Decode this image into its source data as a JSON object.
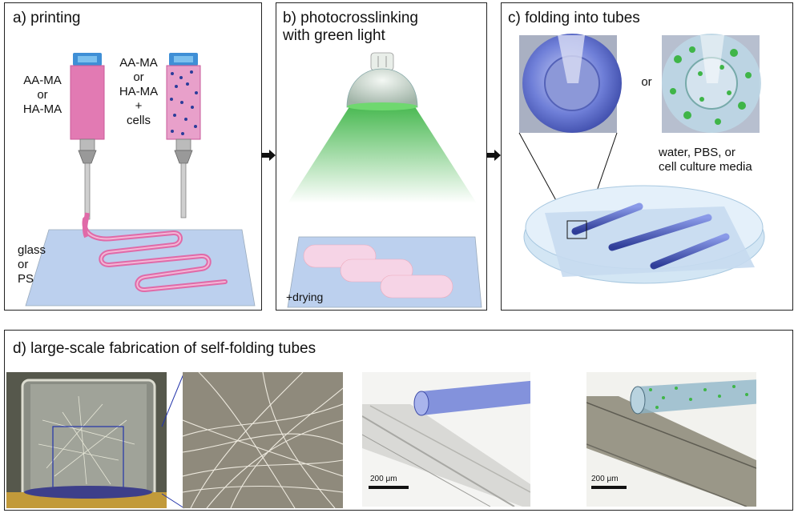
{
  "panel_a": {
    "title": "a) printing",
    "left_ink": "AA-MA\nor\nHA-MA",
    "right_ink": "AA-MA\nor\nHA-MA\n+\ncells",
    "substrate": "glass\nor\nPS"
  },
  "panel_b": {
    "title": "b) photocrosslinking\nwith green light",
    "drying": "+drying"
  },
  "panel_c": {
    "title": "c) folding into tubes",
    "or_label": "or",
    "media": "water, PBS, or\ncell culture media"
  },
  "panel_d": {
    "title": "d) large-scale fabrication of self-folding tubes",
    "scale_1": "200 μm",
    "scale_2": "200 μm"
  },
  "colors": {
    "pink": "#e267a8",
    "blue_tube": "#5b6fd6",
    "green_light": "#3fb548",
    "substrate": "#b9cdec"
  }
}
